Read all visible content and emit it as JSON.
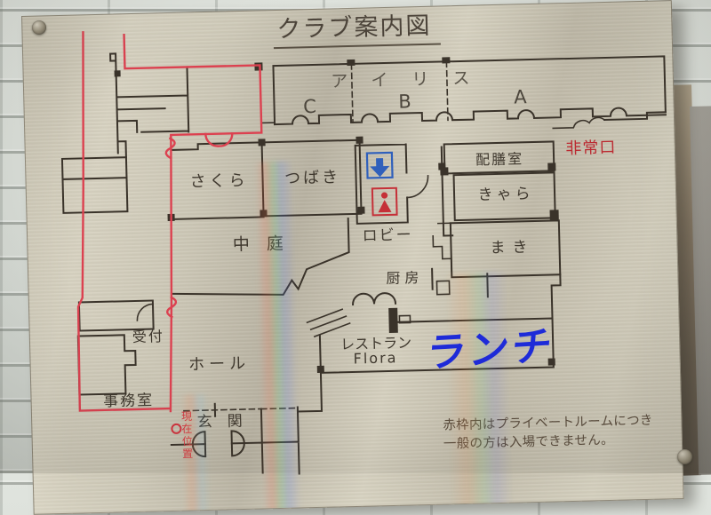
{
  "photo": {
    "plate": {
      "title": "クラブ案内図",
      "overlay_label": "ランチ",
      "note": [
        "赤枠内はプライベートルームにつき",
        "一般の方は入場できません。"
      ],
      "rooms": {
        "iris": "アイリス",
        "room_a": "A",
        "room_b": "B",
        "room_c": "C",
        "haizen": "配膳室",
        "kyara": "きゃら",
        "maki": "まき",
        "sakura": "さくら",
        "tsubaki": "つばき",
        "nakaniwa": "中　庭",
        "lobby": "ロビー",
        "kitchen": "厨房",
        "restaurant": "レストラン",
        "restaurant_sub": "Flora",
        "reception": "受付",
        "hall": "ホール",
        "office": "事務室",
        "entrance": "玄　関"
      },
      "markers": {
        "emergency_exit": "非常口",
        "current_location": "現在位置"
      },
      "colors": {
        "line": "#3a332a",
        "red_frame": "#dc4150",
        "red_text": "#bb2a31",
        "overlay_blue": "#1e2bd8",
        "elevator_icon_blue": "#3060bb",
        "restroom_icon_red": "#c53038",
        "plate_metal": "#cdc8b7",
        "wall_tile": "#d4d8d2"
      }
    }
  }
}
